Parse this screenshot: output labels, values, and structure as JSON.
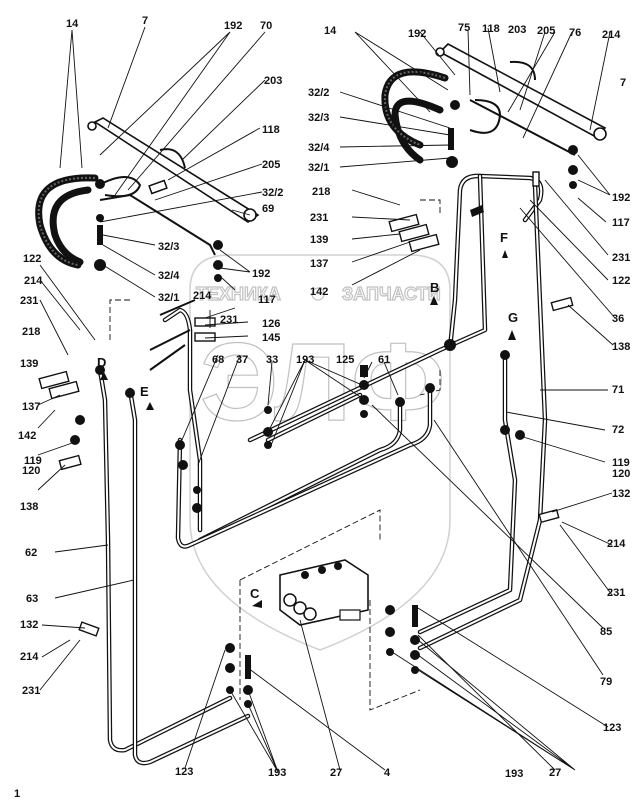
{
  "diagram": {
    "title": "Hydraulic lines and cylinders assembly",
    "figure_number": "1",
    "watermark": {
      "text_left": "ТЕХНИКА",
      "text_right": "ЗАПЧАСТИ",
      "logo": "ЭЛФ"
    },
    "view_markers": [
      "B",
      "C",
      "D",
      "E",
      "F",
      "G"
    ],
    "labels": {
      "l14a": "14",
      "l7a": "7",
      "l192a": "192",
      "l70": "70",
      "l203a": "203",
      "l118a": "118",
      "l205a": "205",
      "l32_2a": "32/2",
      "l69": "69",
      "l32_3a": "32/3",
      "l32_4a": "32/4",
      "l32_1a": "32/1",
      "l192b": "192",
      "l122a": "122",
      "l214a": "214",
      "l231a": "231",
      "l218a": "218",
      "l139a": "139",
      "l137a": "137",
      "l142a": "142",
      "l119a": "119",
      "l120a": "120",
      "l138a": "138",
      "l214b": "214",
      "l117a": "117",
      "l231b": "231",
      "l126": "126",
      "l145": "145",
      "l68": "68",
      "l37": "37",
      "l33": "33",
      "l193a": "193",
      "l125": "125",
      "l61": "61",
      "l14b": "14",
      "l192c": "192",
      "l75": "75",
      "l118b": "118",
      "l203b": "203",
      "l205b": "205",
      "l76": "76",
      "l214c": "214",
      "l7b": "7",
      "l32_2b": "32/2",
      "l32_3b": "32/3",
      "l32_4b": "32/4",
      "l32_1b": "32/1",
      "l218b": "218",
      "l231c": "231",
      "l139b": "139",
      "l137b": "137",
      "l142b": "142",
      "l192d": "192",
      "l117b": "117",
      "l231d": "231",
      "l122b": "122",
      "l36": "36",
      "l138b": "138",
      "l71": "71",
      "l72": "72",
      "l119b": "119",
      "l120b": "120",
      "l132a": "132",
      "l214d": "214",
      "l231e": "231",
      "l62": "62",
      "l63": "63",
      "l132b": "132",
      "l214e": "214",
      "l231f": "231",
      "l85": "85",
      "l79": "79",
      "l123a": "123",
      "l123b": "123",
      "l193b": "193",
      "l27a": "27",
      "l4": "4",
      "l193c": "193",
      "l27b": "27"
    }
  }
}
